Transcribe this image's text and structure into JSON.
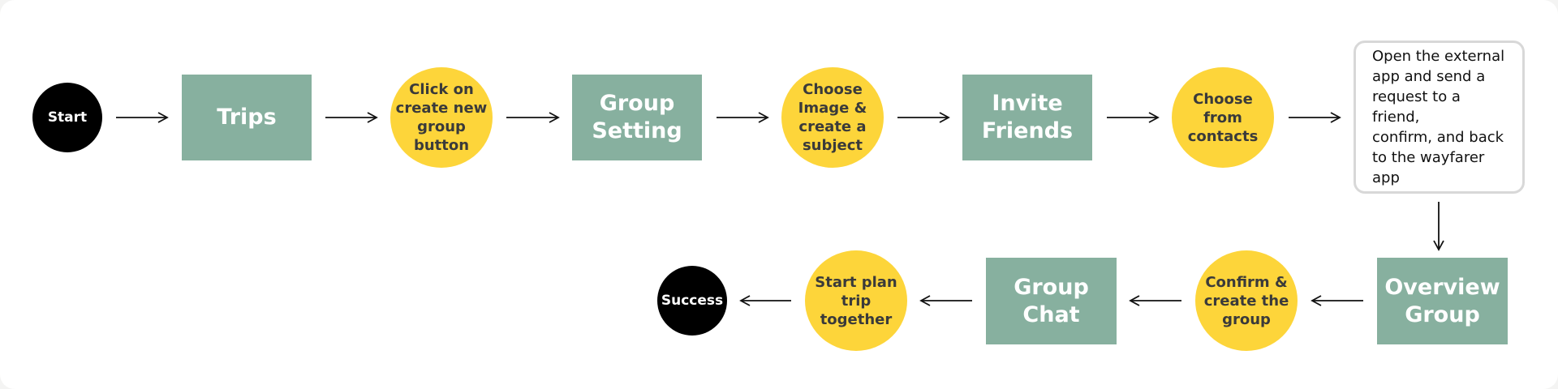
{
  "flow": {
    "start": "Start",
    "trips": "Trips",
    "click_create": "Click on\ncreate new\ngroup button",
    "group_setting": "Group\nSetting",
    "choose_image": "Choose\nImage &\ncreate a\nsubject",
    "invite_friends": "Invite\nFriends",
    "choose_contacts": "Choose from\ncontacts",
    "external_app_note": "Open the external\napp and send a\nrequest to a friend,\nconfirm, and back\nto the wayfarer app",
    "overview_group": "Overview\nGroup",
    "confirm_create": "Confirm &\ncreate the\ngroup",
    "group_chat": "Group\nChat",
    "start_plan": "Start plan\ntrip together",
    "success": "Success"
  },
  "colors": {
    "terminal": "#000000",
    "screen": "#87b09f",
    "action": "#fdd53a",
    "arrow": "#111111"
  }
}
